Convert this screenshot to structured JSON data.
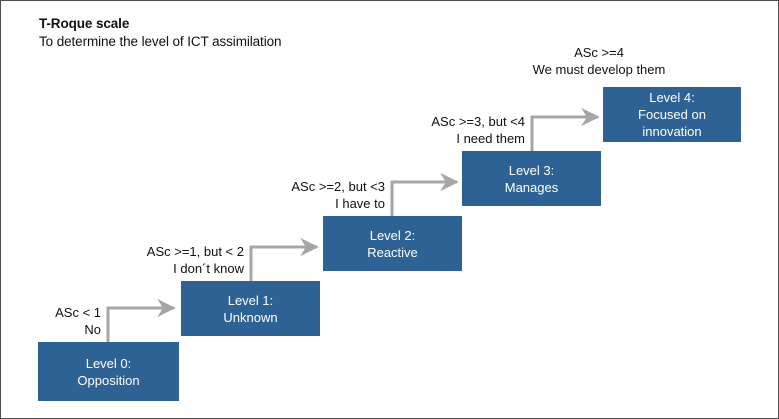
{
  "title": "T-Roque scale",
  "subtitle": "To determine the level of ICT assimilation",
  "colors": {
    "box_fill": "#2E6295",
    "box_text": "#FFFFFF",
    "arrow": "#A6A6A6",
    "text": "#111111",
    "frame": "#4D4D4D",
    "background": "#FFFFFF"
  },
  "diagram": {
    "type": "staircase-flow",
    "steps": [
      {
        "id": "level-0",
        "box_line1": "Level 0:",
        "box_line2": "Opposition",
        "box_line3": "",
        "condition": "ASc < 1",
        "response": "No"
      },
      {
        "id": "level-1",
        "box_line1": "Level 1:",
        "box_line2": "Unknown",
        "box_line3": "",
        "condition": "ASc >=1, but < 2",
        "response": "I don´t know"
      },
      {
        "id": "level-2",
        "box_line1": "Level 2:",
        "box_line2": "Reactive",
        "box_line3": "",
        "condition": "ASc >=2, but <3",
        "response": "I have to"
      },
      {
        "id": "level-3",
        "box_line1": "Level 3:",
        "box_line2": "Manages",
        "box_line3": "",
        "condition": "ASc >=3, but <4",
        "response": "I need them"
      },
      {
        "id": "level-4",
        "box_line1": "Level 4:",
        "box_line2": "Focused on",
        "box_line3": "innovation",
        "condition": "ASc >=4",
        "response": "We must develop them"
      }
    ]
  }
}
